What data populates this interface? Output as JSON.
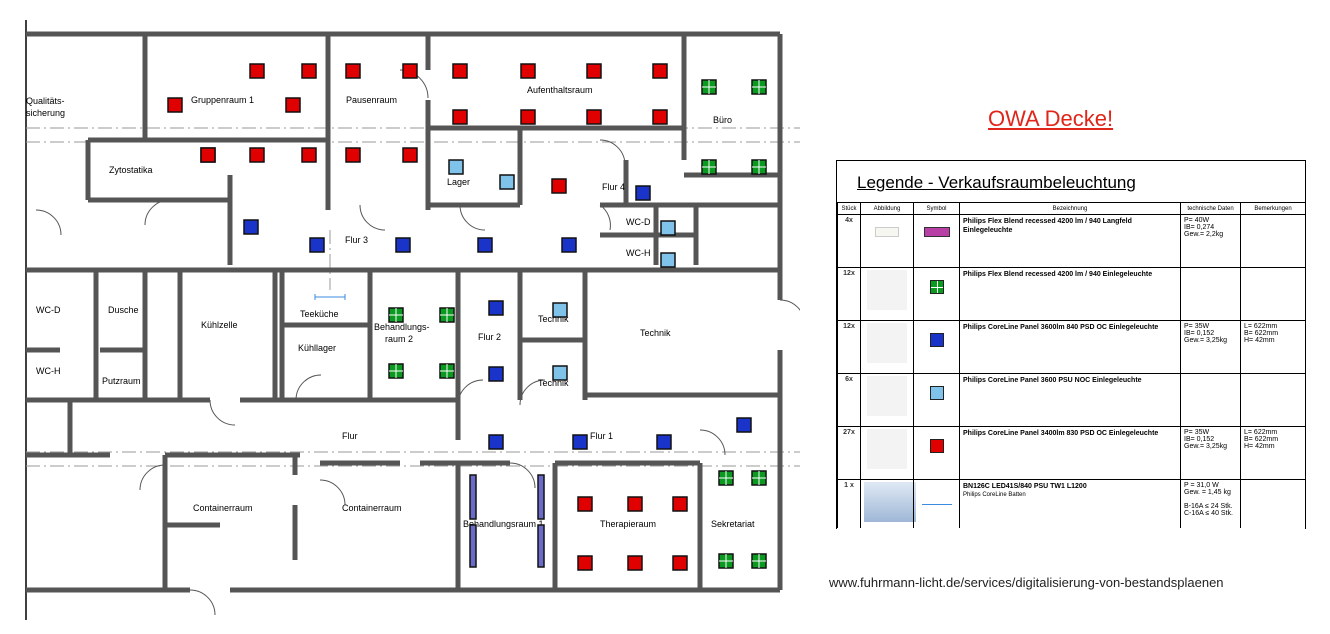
{
  "rooms": {
    "qualitaet": "Qualitäts-",
    "qualitaet2": "sicherung",
    "gruppenraum": "Gruppenraum 1",
    "pausenraum": "Pausenraum",
    "aufenthaltsraum": "Aufenthaltsraum",
    "buero": "Büro",
    "zytostatika": "Zytostatika",
    "lager": "Lager",
    "flur4": "Flur 4",
    "wcd_top": "WC-D",
    "wch_top": "WC-H",
    "flur3": "Flur 3",
    "wcd_left": "WC-D",
    "dusche": "Dusche",
    "kuehlzelle": "Kühlzelle",
    "teekueche": "Teeküche",
    "kuehllager": "Kühllager",
    "behandlungsraum2a": "Behandlungs-",
    "behandlungsraum2b": "raum  2",
    "flur2": "Flur 2",
    "technik_small1": "Technik",
    "technik_small2": "Technik",
    "technik_large": "Technik",
    "wch_left": "WC-H",
    "putzraum": "Putzraum",
    "flur": "Flur",
    "flur1": "Flur 1",
    "containerraum1": "Containerraum",
    "containerraum2": "Containerraum",
    "behandlungsraum1": "Behandlungsraum  1",
    "therapieraum": "Therapieraum",
    "sekretariat": "Sekretariat"
  },
  "owa_title": "OWA Decke!",
  "legend": {
    "title": "Legende - Verkaufsraumbeleuchtung",
    "headers": {
      "qty": "Stück",
      "image": "Abbildung",
      "symbol": "Symbol",
      "name": "Bezeichnung",
      "tech": "technische Daten",
      "notes": "Bemerkungen"
    },
    "rows": [
      {
        "qty": "4x",
        "name": "Philips Flex Blend recessed 4200 lm / 940 Langfeld Einlegeleuchte",
        "sub": "",
        "tech": "P= 40W\n      IB= 0,274\nGew.= 2,2kg",
        "notes": "",
        "symbol": "flex-rec",
        "image": "strip"
      },
      {
        "qty": "12x",
        "name": "Philips Flex Blend recessed 4200 lm / 940 Einlegeleuchte",
        "sub": "",
        "tech": "",
        "notes": "",
        "symbol": "grid4",
        "image": "panel"
      },
      {
        "qty": "12x",
        "name": "Philips CoreLine Panel 3600lm 840 PSD OC Einlegeleuchte",
        "sub": "",
        "tech": "P= 35W\n      IB= 0,152\nGew.= 3,25kg",
        "notes": "L= 622mm\nB= 622mm\nH= 42mm",
        "symbol": "blue",
        "image": "panel"
      },
      {
        "qty": "6x",
        "name": "Philips CoreLine Panel 3600 PSU NOC Einlegeleuchte",
        "sub": "",
        "tech": "",
        "notes": "",
        "symbol": "lightblue",
        "image": "panel"
      },
      {
        "qty": "27x",
        "name": "Philips CoreLine Panel 3400lm 830 PSD OC Einlegeleuchte",
        "sub": "",
        "tech": "P= 35W\n      IB= 0,152\nGew.= 3,25kg",
        "notes": "L= 622mm\nB= 622mm\nH= 42mm",
        "symbol": "red",
        "image": "panel"
      },
      {
        "qty": "1 x",
        "name": "BN126C LED41S/840 PSU TW1 L1200",
        "sub": "Philips CoreLine Batten",
        "tech": "P = 31,0 W\nGew. = 1,45 kg\n\nB-16A ≤ 24 Stk.\nC-16A ≤ 40 Stk.",
        "notes": "",
        "symbol": "line",
        "image": "batten"
      }
    ]
  },
  "source_url": "www.fuhrmann-licht.de/services/digitalisierung-von-bestandsplaenen",
  "colors": {
    "red_panel": "#e00000",
    "blue_panel": "#1a33c9",
    "lightblue_panel": "#7fc2ea",
    "green_grid": "#0a9a20",
    "purple_strip": "#6a6ac8",
    "title_red": "#e0261b"
  }
}
